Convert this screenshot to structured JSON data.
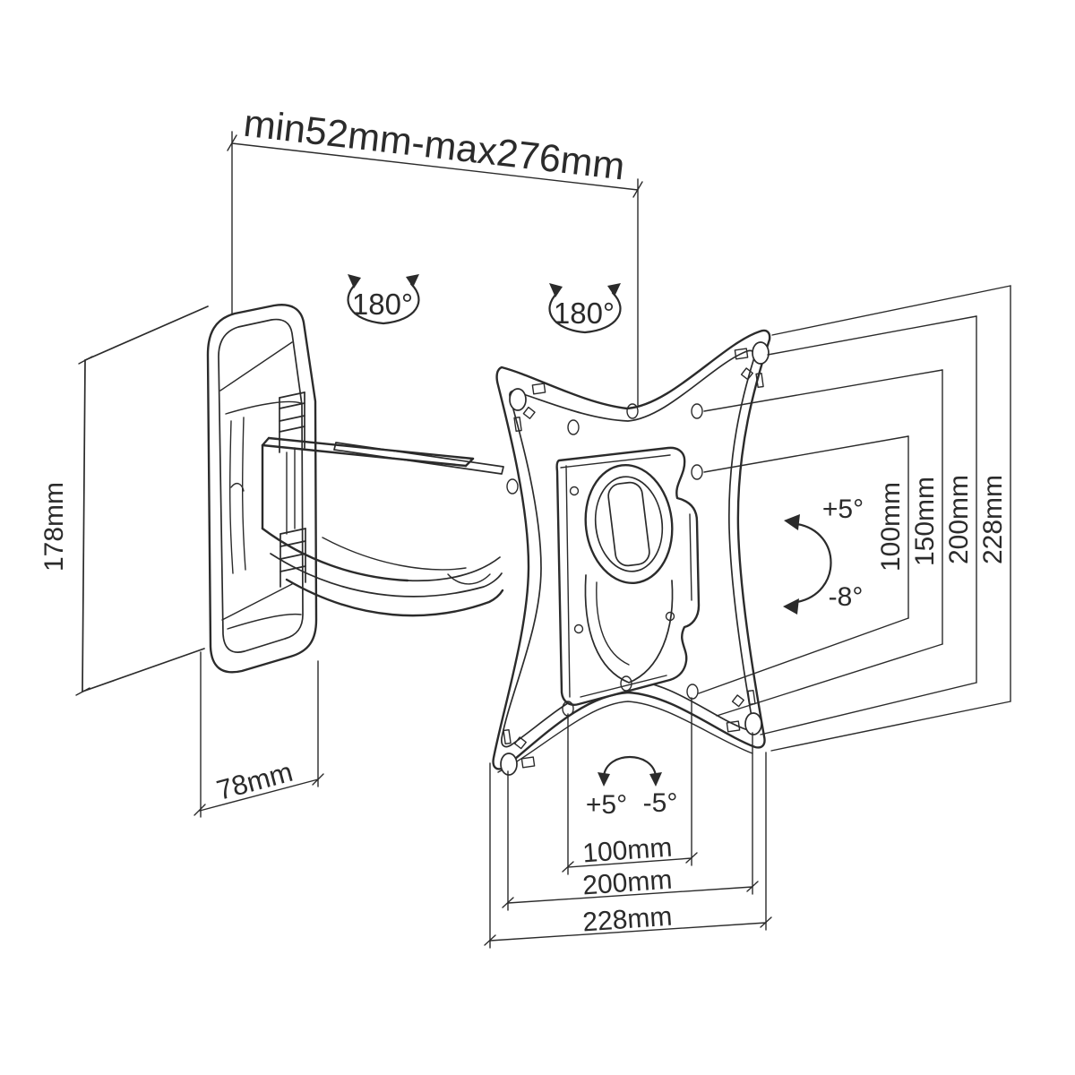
{
  "diagram": {
    "type": "technical-drawing",
    "subject": "Articulating TV wall-mount bracket dimension drawing",
    "colors": {
      "line": "#2b2b2b",
      "background": "#ffffff"
    },
    "labels": {
      "extension_range": "min52mm-max276mm",
      "swivel_left": "180°",
      "swivel_right": "180°",
      "wall_plate_height": "178mm",
      "wall_plate_width": "78mm",
      "tilt_up": "+5°",
      "tilt_down": "-8°",
      "level_left": "+5°",
      "level_right": "-5°",
      "vesa_vertical": [
        "100mm",
        "150mm",
        "200mm",
        "228mm"
      ],
      "vesa_horizontal": [
        "100mm",
        "200mm",
        "228mm"
      ]
    }
  }
}
